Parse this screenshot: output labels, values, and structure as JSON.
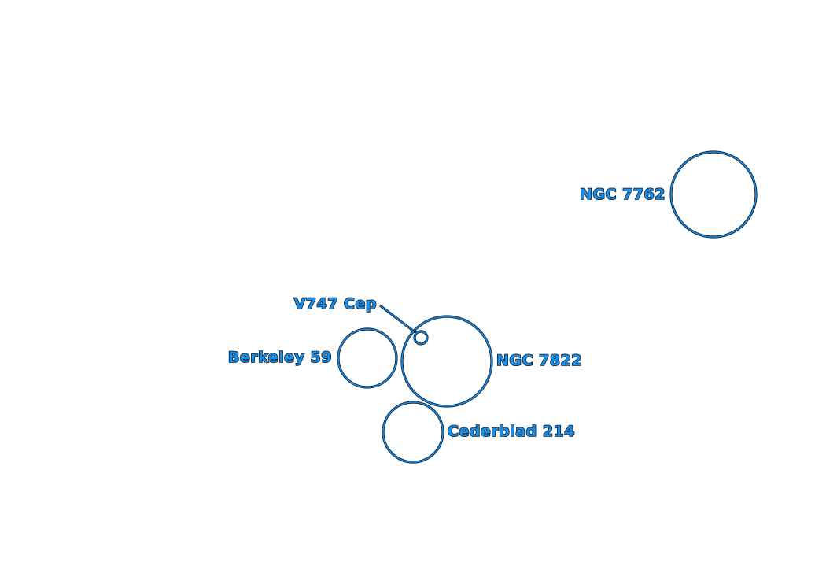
{
  "sky_chart": {
    "objects": [
      {
        "name": "NGC 7762"
      },
      {
        "name": "V747 Cep"
      },
      {
        "name": "Berkeley 59"
      },
      {
        "name": "NGC 7822"
      },
      {
        "name": "Cederblad 214"
      }
    ]
  },
  "colors": {
    "ring": "#1a8fe8",
    "outline": "#0a1a2e",
    "label": "#1a8fe8",
    "background": "#ffffff"
  }
}
